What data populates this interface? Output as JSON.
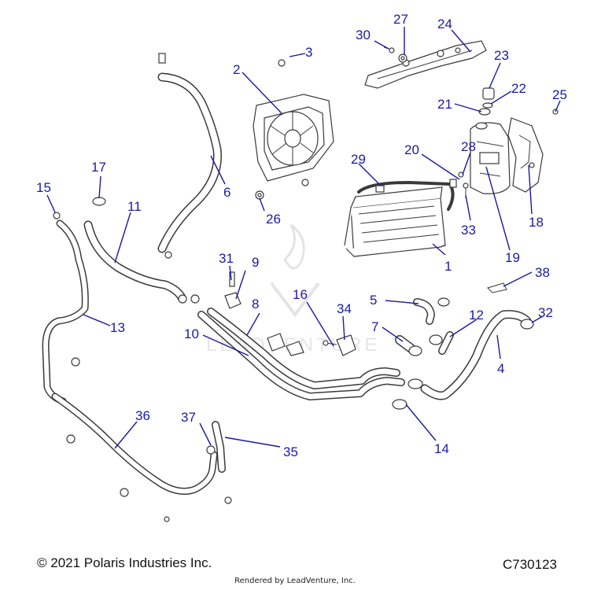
{
  "callouts": [
    {
      "id": "1",
      "label": "1"
    },
    {
      "id": "2",
      "label": "2"
    },
    {
      "id": "3",
      "label": "3"
    },
    {
      "id": "4",
      "label": "4"
    },
    {
      "id": "5",
      "label": "5"
    },
    {
      "id": "6",
      "label": "6"
    },
    {
      "id": "7",
      "label": "7"
    },
    {
      "id": "8",
      "label": "8"
    },
    {
      "id": "9",
      "label": "9"
    },
    {
      "id": "10",
      "label": "10"
    },
    {
      "id": "11",
      "label": "11"
    },
    {
      "id": "12",
      "label": "12"
    },
    {
      "id": "13",
      "label": "13"
    },
    {
      "id": "14",
      "label": "14"
    },
    {
      "id": "15",
      "label": "15"
    },
    {
      "id": "16",
      "label": "16"
    },
    {
      "id": "17",
      "label": "17"
    },
    {
      "id": "18",
      "label": "18"
    },
    {
      "id": "19",
      "label": "19"
    },
    {
      "id": "20",
      "label": "20"
    },
    {
      "id": "21",
      "label": "21"
    },
    {
      "id": "22",
      "label": "22"
    },
    {
      "id": "23",
      "label": "23"
    },
    {
      "id": "24",
      "label": "24"
    },
    {
      "id": "25",
      "label": "25"
    },
    {
      "id": "26",
      "label": "26"
    },
    {
      "id": "27",
      "label": "27"
    },
    {
      "id": "28",
      "label": "28"
    },
    {
      "id": "29",
      "label": "29"
    },
    {
      "id": "30",
      "label": "30"
    },
    {
      "id": "31",
      "label": "31"
    },
    {
      "id": "32",
      "label": "32"
    },
    {
      "id": "33",
      "label": "33"
    },
    {
      "id": "34",
      "label": "34"
    },
    {
      "id": "35",
      "label": "35"
    },
    {
      "id": "36",
      "label": "36"
    },
    {
      "id": "37",
      "label": "37"
    },
    {
      "id": "38",
      "label": "38"
    }
  ],
  "watermark": "LEADVENTURE",
  "footer": {
    "copyright": "© 2021 Polaris Industries Inc.",
    "diagram_code": "C730123",
    "rendered_by": "Rendered by LeadVenture, Inc."
  },
  "colors": {
    "callout": "#1a1aa6",
    "line_art": "#3a3a3a"
  }
}
